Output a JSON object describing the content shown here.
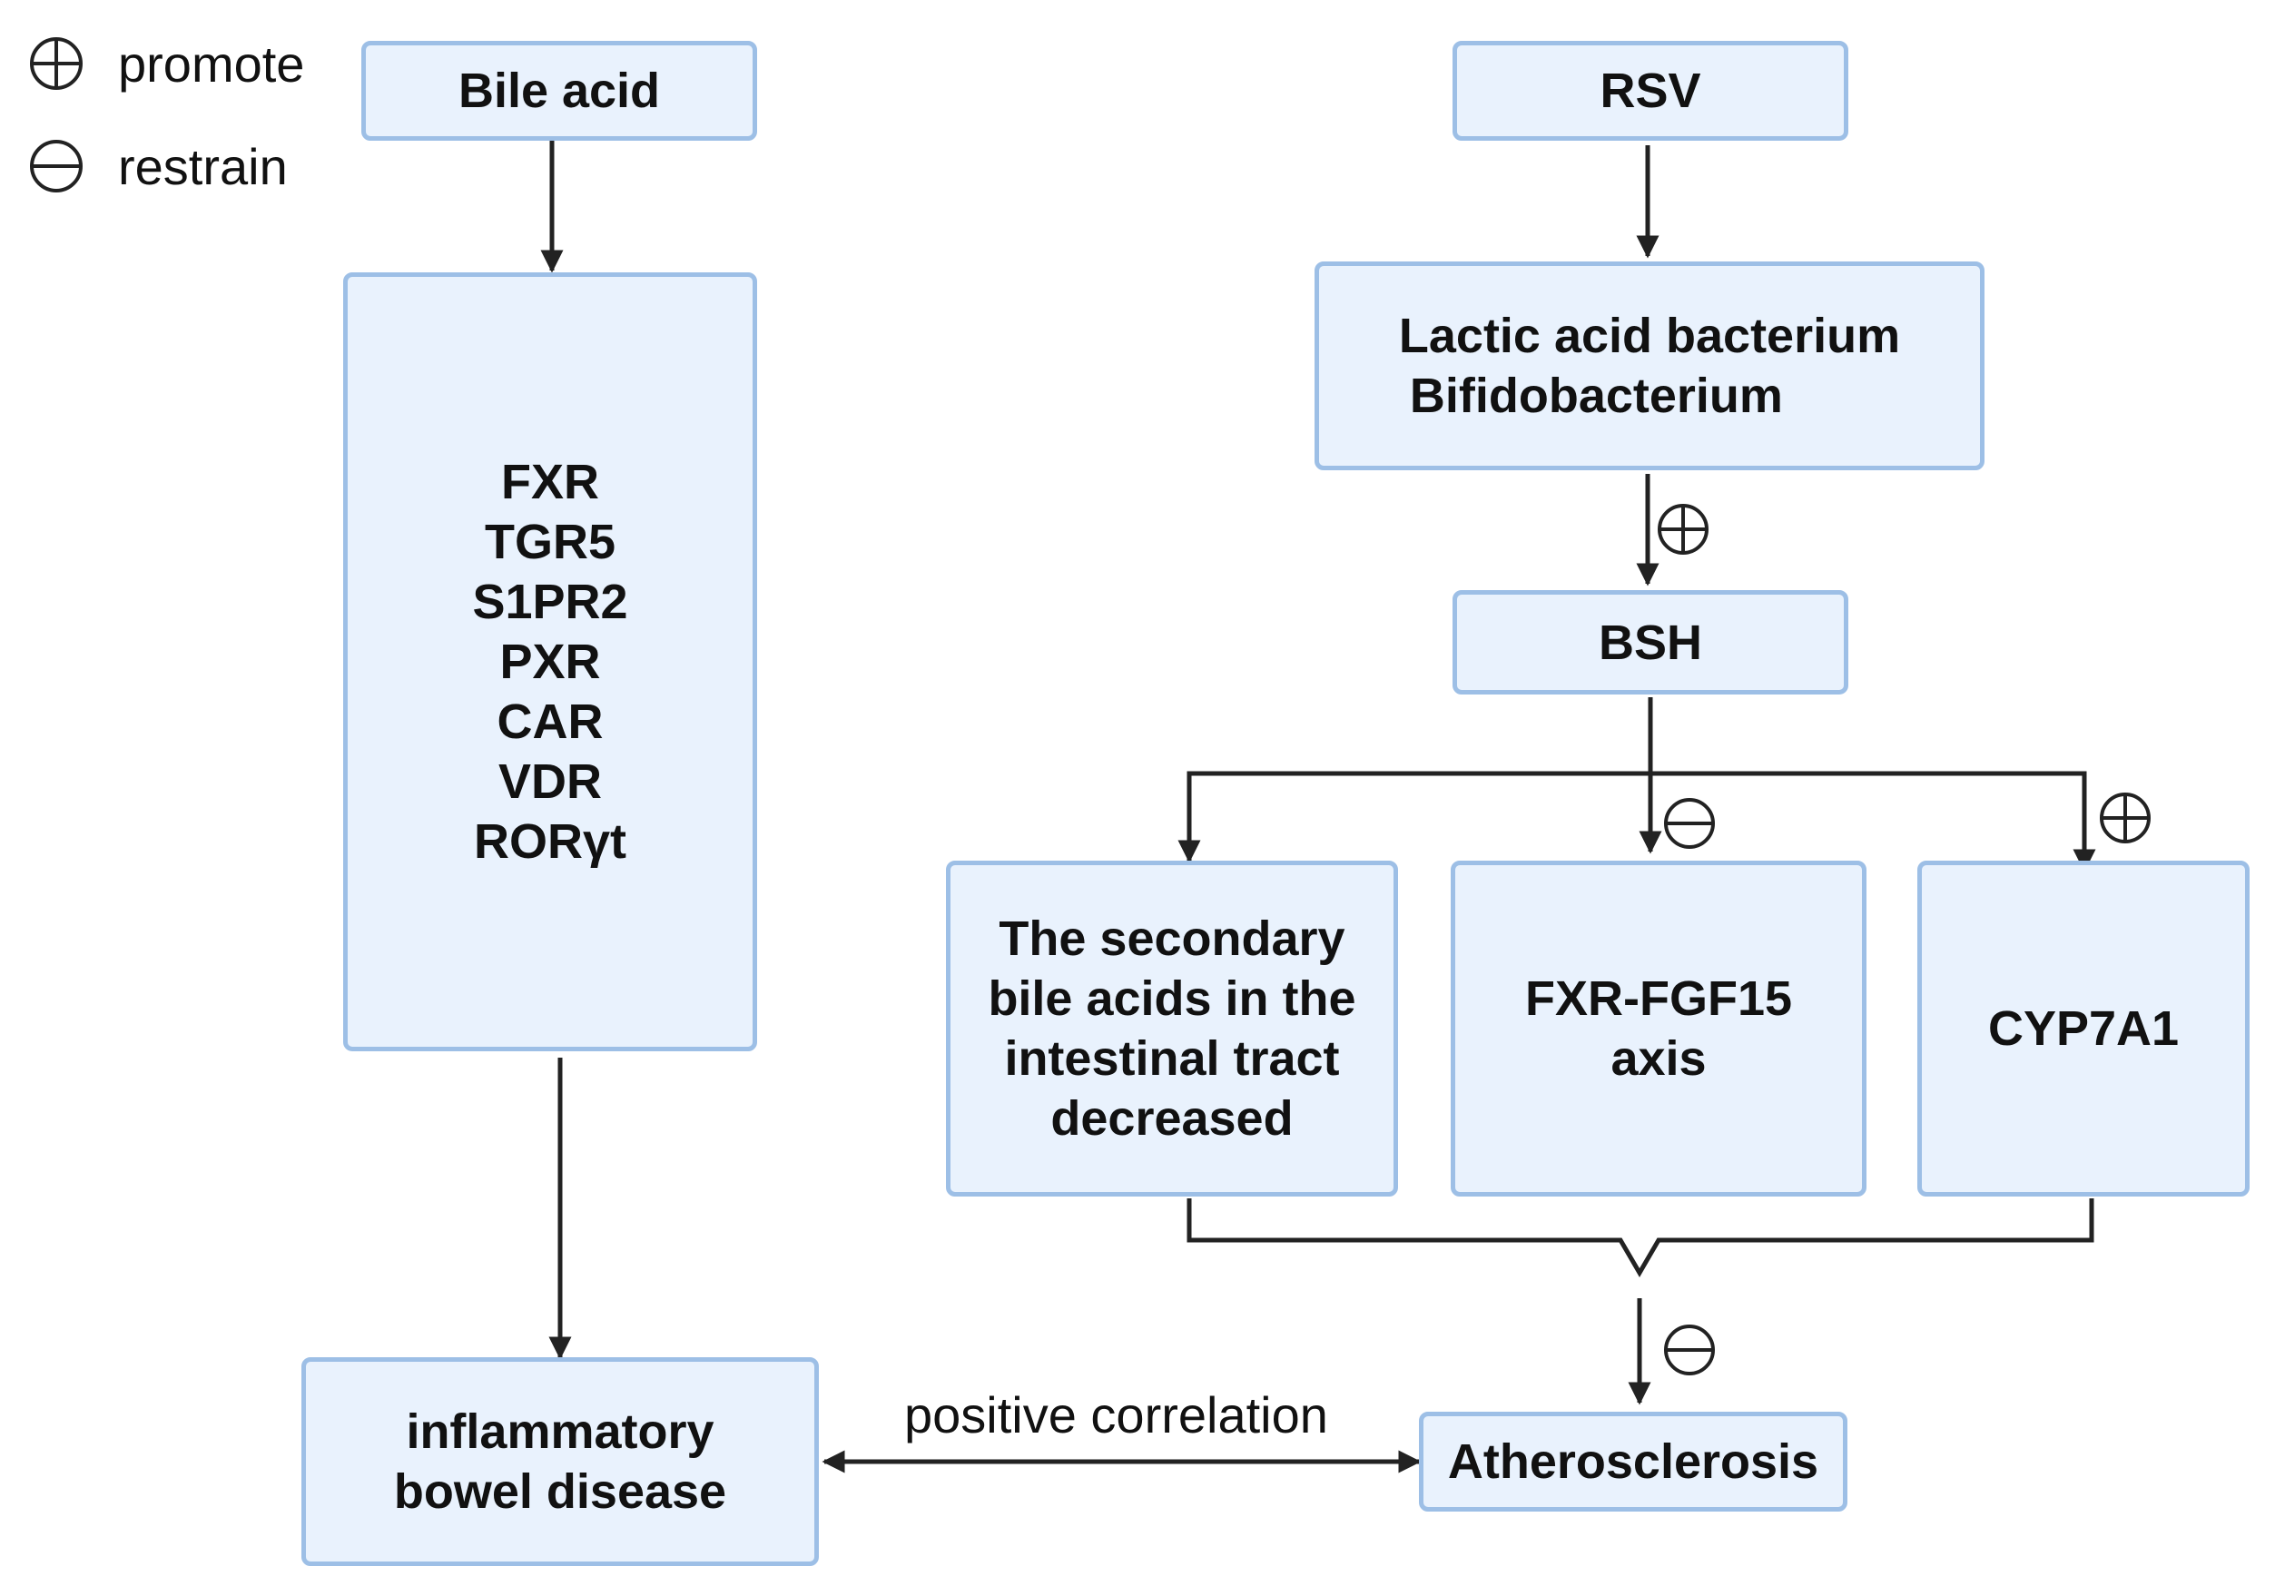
{
  "legend": {
    "promote": "promote",
    "restrain": "restrain"
  },
  "nodes": {
    "bile_acid": "Bile acid",
    "receptors": [
      "FXR",
      "TGR5",
      "S1PR2",
      "PXR",
      "CAR",
      "VDR",
      "RORγt"
    ],
    "ibd": [
      "inflammatory",
      "bowel disease"
    ],
    "rsv": "RSV",
    "bacteria": [
      "Lactic acid bacterium",
      "Bifidobacterium"
    ],
    "bsh": "BSH",
    "secondary_bile_acids": [
      "The secondary",
      "bile acids in the",
      "intestinal tract",
      "decreased"
    ],
    "fxr_fgf15": [
      "FXR-FGF15",
      "axis"
    ],
    "cyp7a1": "CYP7A1",
    "atherosclerosis": "Atherosclerosis"
  },
  "edges": {
    "correlation_label": "positive correlation"
  },
  "colors": {
    "box_fill": "#e9f2fd",
    "box_border": "#9dbfe6",
    "line": "#222222"
  }
}
